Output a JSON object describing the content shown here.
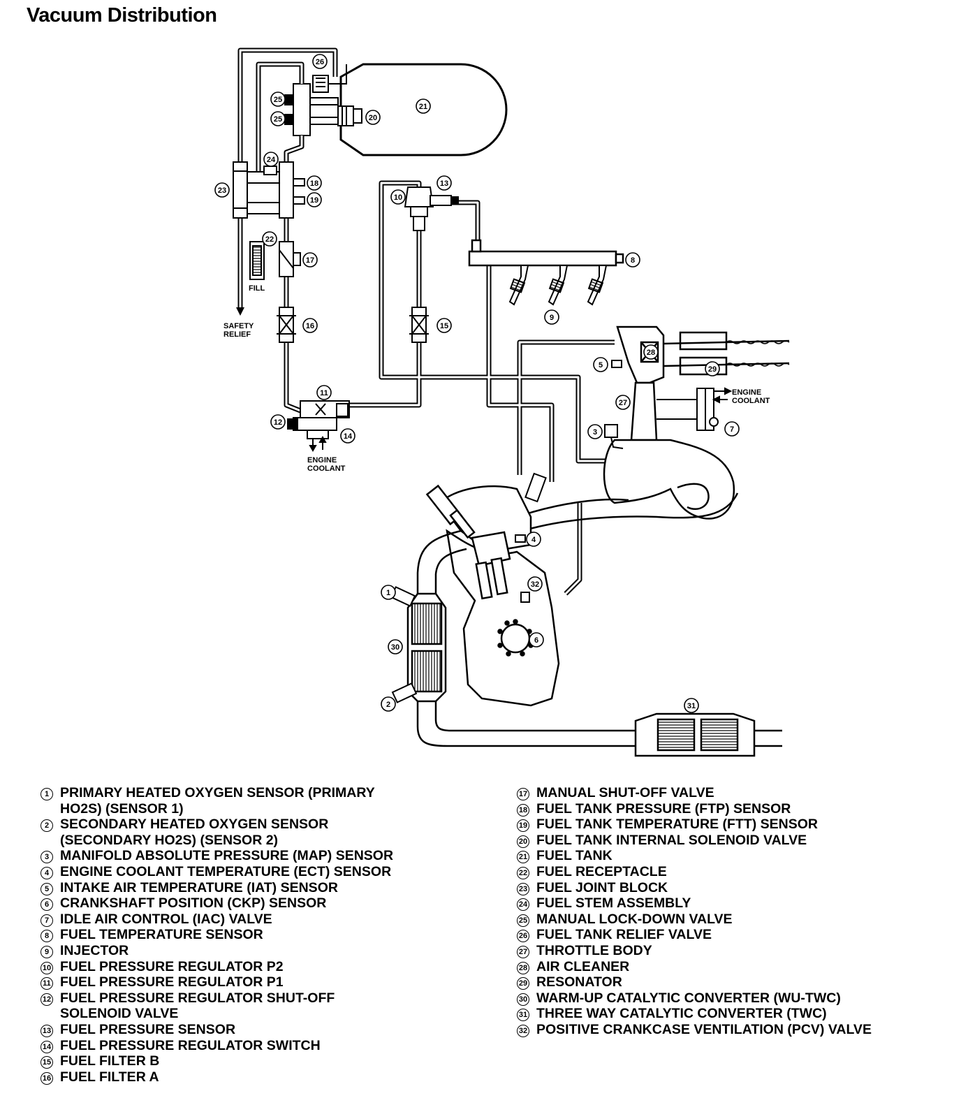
{
  "title": "Vacuum Distribution",
  "labels": {
    "fill": "FILL",
    "safety_relief": [
      "SAFETY",
      "RELIEF"
    ],
    "engine_coolant_1": [
      "ENGINE",
      "COOLANT"
    ],
    "engine_coolant_2": [
      "ENGINE",
      "COOLANT"
    ]
  },
  "callouts": [
    "1",
    "2",
    "3",
    "4",
    "5",
    "6",
    "7",
    "8",
    "9",
    "10",
    "11",
    "12",
    "13",
    "14",
    "15",
    "16",
    "17",
    "18",
    "19",
    "20",
    "21",
    "22",
    "23",
    "24",
    "25",
    "25",
    "26",
    "27",
    "28",
    "29",
    "30",
    "31",
    "32"
  ],
  "legend_left": [
    {
      "num": "1",
      "text": "PRIMARY HEATED OXYGEN SENSOR (PRIMARY\nHO2S) (SENSOR 1)"
    },
    {
      "num": "2",
      "text": "SECONDARY HEATED OXYGEN SENSOR\n(SECONDARY HO2S) (SENSOR 2)"
    },
    {
      "num": "3",
      "text": "MANIFOLD ABSOLUTE PRESSURE (MAP) SENSOR"
    },
    {
      "num": "4",
      "text": "ENGINE COOLANT TEMPERATURE (ECT) SENSOR"
    },
    {
      "num": "5",
      "text": "INTAKE AIR TEMPERATURE (IAT) SENSOR"
    },
    {
      "num": "6",
      "text": "CRANKSHAFT POSITION (CKP) SENSOR"
    },
    {
      "num": "7",
      "text": "IDLE AIR CONTROL (IAC) VALVE"
    },
    {
      "num": "8",
      "text": "FUEL TEMPERATURE SENSOR"
    },
    {
      "num": "9",
      "text": "INJECTOR"
    },
    {
      "num": "10",
      "text": "FUEL PRESSURE REGULATOR P2"
    },
    {
      "num": "11",
      "text": "FUEL PRESSURE REGULATOR P1"
    },
    {
      "num": "12",
      "text": "FUEL PRESSURE REGULATOR SHUT-OFF\nSOLENOID VALVE"
    },
    {
      "num": "13",
      "text": "FUEL PRESSURE SENSOR"
    },
    {
      "num": "14",
      "text": "FUEL PRESSURE REGULATOR SWITCH"
    },
    {
      "num": "15",
      "text": "FUEL FILTER B"
    },
    {
      "num": "16",
      "text": "FUEL FILTER A"
    }
  ],
  "legend_right": [
    {
      "num": "17",
      "text": "MANUAL SHUT-OFF VALVE"
    },
    {
      "num": "18",
      "text": "FUEL TANK PRESSURE (FTP) SENSOR"
    },
    {
      "num": "19",
      "text": "FUEL TANK TEMPERATURE (FTT) SENSOR"
    },
    {
      "num": "20",
      "text": "FUEL TANK INTERNAL SOLENOID VALVE"
    },
    {
      "num": "21",
      "text": "FUEL TANK"
    },
    {
      "num": "22",
      "text": "FUEL RECEPTACLE"
    },
    {
      "num": "23",
      "text": "FUEL JOINT BLOCK"
    },
    {
      "num": "24",
      "text": "FUEL STEM ASSEMBLY"
    },
    {
      "num": "25",
      "text": "MANUAL LOCK-DOWN VALVE"
    },
    {
      "num": "26",
      "text": "FUEL TANK RELIEF VALVE"
    },
    {
      "num": "27",
      "text": "THROTTLE BODY"
    },
    {
      "num": "28",
      "text": "AIR CLEANER"
    },
    {
      "num": "29",
      "text": "RESONATOR"
    },
    {
      "num": "30",
      "text": "WARM-UP CATALYTIC CONVERTER (WU-TWC)"
    },
    {
      "num": "31",
      "text": "THREE WAY CATALYTIC CONVERTER (TWC)"
    },
    {
      "num": "32",
      "text": "POSITIVE CRANKCASE VENTILATION (PCV) VALVE"
    }
  ]
}
